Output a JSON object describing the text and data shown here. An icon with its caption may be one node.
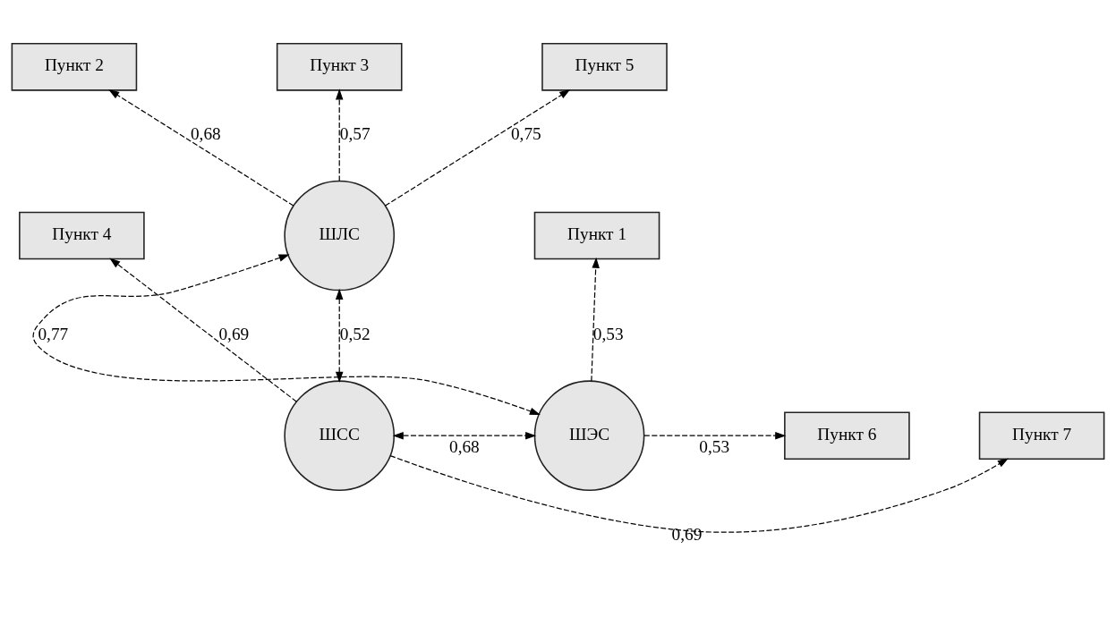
{
  "diagram": {
    "nodes": [
      {
        "text": [
          "Пункт 2"
        ]
      },
      {
        "text": [
          "Пункт 3"
        ]
      },
      {
        "text": [
          "Пункт 5"
        ]
      },
      {
        "text": [
          "ШЛС"
        ]
      },
      {
        "text": [
          "Пункт 4"
        ]
      },
      {
        "text": [
          "Пункт 1"
        ]
      },
      {
        "text": [
          "Пункт 7"
        ]
      },
      {
        "text": [
          "ШСС"
        ]
      },
      {
        "text": [
          "ШЭС"
        ]
      },
      {
        "text": [
          "Пункт 6"
        ]
      }
    ],
    "edges": [
      {
        "from": 3,
        "to": 0,
        "arrow": "to",
        "label": "0,68",
        "style": "dashed"
      },
      {
        "from": 3,
        "to": 1,
        "arrow": "to",
        "label": "0,57",
        "style": "dashed"
      },
      {
        "from": 3,
        "to": 2,
        "arrow": "to",
        "label": "0,75",
        "style": "dashed"
      },
      {
        "from": 7,
        "to": 3,
        "arrow": "both",
        "label": "0,52",
        "style": "dashed"
      },
      {
        "from": 3,
        "to": 8,
        "arrow": "both",
        "label": "0,77",
        "style": "dashed"
      },
      {
        "from": 7,
        "to": 4,
        "arrow": "to",
        "label": "0,69",
        "style": "dashed"
      },
      {
        "from": 8,
        "to": 5,
        "arrow": "to",
        "label": "0,53",
        "style": "dashed"
      },
      {
        "from": 7,
        "to": 6,
        "arrow": "to",
        "label": "0,69",
        "style": "dashed"
      },
      {
        "from": 8,
        "to": 9,
        "arrow": "to",
        "label": "0,53",
        "style": "dashed"
      },
      {
        "from": 7,
        "to": 8,
        "arrow": "both",
        "label": "0,68",
        "style": "dashed"
      }
    ]
  }
}
